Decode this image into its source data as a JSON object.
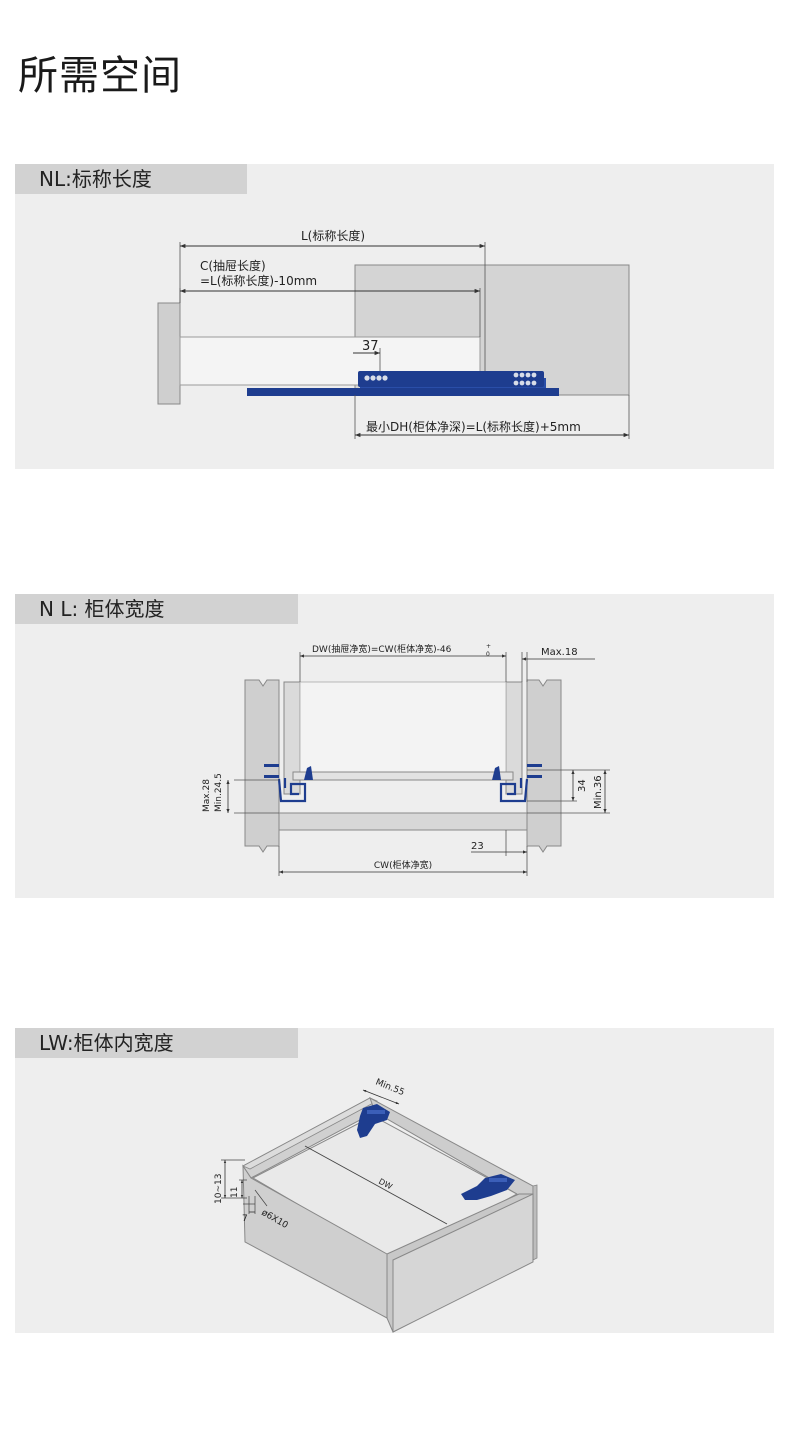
{
  "page": {
    "title": "所需空间"
  },
  "section1": {
    "tab_label": "NL:标称长度",
    "dim_l": "L(标称长度)",
    "dim_c_line1": "C(抽屉长度)",
    "dim_c_line2": "=L(标称长度)-10mm",
    "dim_37": "37",
    "dim_dh": "最小DH(柜体净深)=L(标称长度)+5mm"
  },
  "section2": {
    "tab_label": "N L: 柜体宽度",
    "dim_dw": "DW(抽屉净宽)=CW(柜体净宽)-46",
    "dim_dw_tol_top": "+",
    "dim_dw_tol_bottom": "0",
    "dim_max18": "Max.18",
    "dim_max28": "Max.28",
    "dim_min245": "Min.24.5",
    "dim_34": "34",
    "dim_min36": "Min.36",
    "dim_23": "23",
    "dim_cw": "CW(柜体净宽)"
  },
  "section3": {
    "tab_label": "LW:柜体内宽度",
    "dim_min55": "Min.55",
    "dim_dw": "DW",
    "dim_10_13": "10~13",
    "dim_11": "11",
    "dim_hole": "ø6X10",
    "dim_7": "7"
  },
  "colors": {
    "slide_blue": "#1e3d8f",
    "panel_bg": "#eeeeee",
    "tab_bg": "#d2d2d2",
    "board": "#c4c4c4"
  }
}
